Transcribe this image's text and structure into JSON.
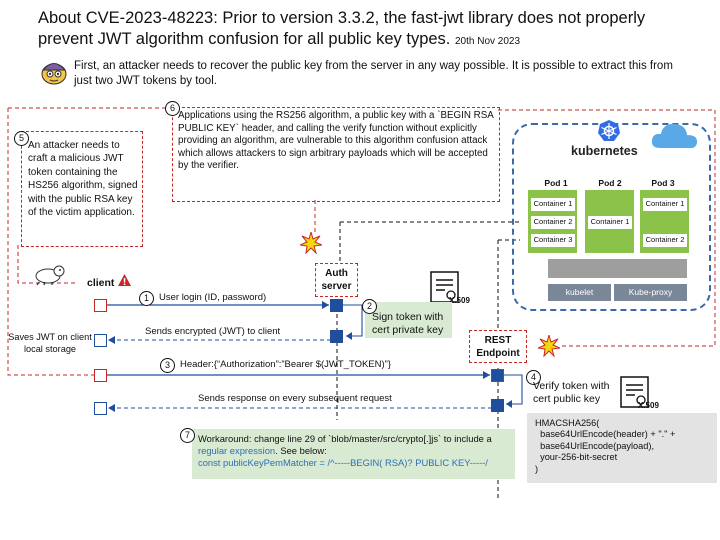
{
  "title": {
    "text": "About CVE-2023-48223: Prior to version 3.3.2, the fast-jwt library does not properly prevent JWT algorithm confusion for all public key types.",
    "date": "20th Nov 2023"
  },
  "intro": "First, an attacker needs to recover the public key from the server in any way possible. It is possible to extract this from just two JWT tokens by tool.",
  "notes": {
    "n6_num": "6",
    "n6": "Applications using the RS256 algorithm, a public key with a `BEGIN RSA PUBLIC KEY` header,  and calling the verify function without explicitly providing an algorithm, are vulnerable to this algorithm confusion attack which allows attackers to sign arbitrary payloads which will be accepted by the verifier.",
    "n5_num": "5",
    "n5": "An attacker needs to craft a malicious JWT token containing the HS256 algorithm, signed with the public RSA key of the victim application."
  },
  "actors": {
    "client": "client",
    "auth_server": "Auth server",
    "rest_endpoint": "REST Endpoint"
  },
  "kubernetes": {
    "label": "kubernetes",
    "pods": [
      {
        "name": "Pod 1",
        "containers": [
          "Container 1",
          "Container 2",
          "Container 3"
        ]
      },
      {
        "name": "Pod 2",
        "containers": [
          "Container 1"
        ]
      },
      {
        "name": "Pod 3",
        "containers": [
          "Container 1",
          "Container 2"
        ]
      }
    ],
    "kubelet": "kubelet",
    "kube_proxy": "Kube-proxy"
  },
  "messages": {
    "m1_num": "1",
    "m1": "User login (ID, password)",
    "m2_num": "2",
    "m2": "Sign token with cert private key",
    "m_return": "Sends encrypted (JWT) to client",
    "saves": "Saves JWT on client local storage",
    "m3_num": "3",
    "m3": "Header:{“Authorization”:”Bearer $(JWT_TOKEN)”}",
    "m4_num": "4",
    "m4": "Verify token with cert public key",
    "m_resp": "Sends response on every subsequent request",
    "cert1": "X.509",
    "cert2": "X.509"
  },
  "workaround": {
    "num": "7",
    "line1": "Workaround: change line 29 of `blob/master/src/crypto[.]js` to include a ",
    "link": "regular expression",
    "line1_end": ". See below:",
    "code": "const publicKeyPemMatcher = /^-----BEGIN( RSA)? PUBLIC KEY-----/"
  },
  "hmac": {
    "l1": "HMACSHA256(",
    "l2": "  base64UrlEncode(header) + \".\" +",
    "l3": "  base64UrlEncode(payload),",
    "l4": "  your-256-bit-secret",
    "l5": ")"
  },
  "colors": {
    "red": "#c62828",
    "blue": "#1f4e9c",
    "green_note": "#d9ead3",
    "pod_green": "#8bc34a",
    "k8s_blue": "#326ce5"
  }
}
